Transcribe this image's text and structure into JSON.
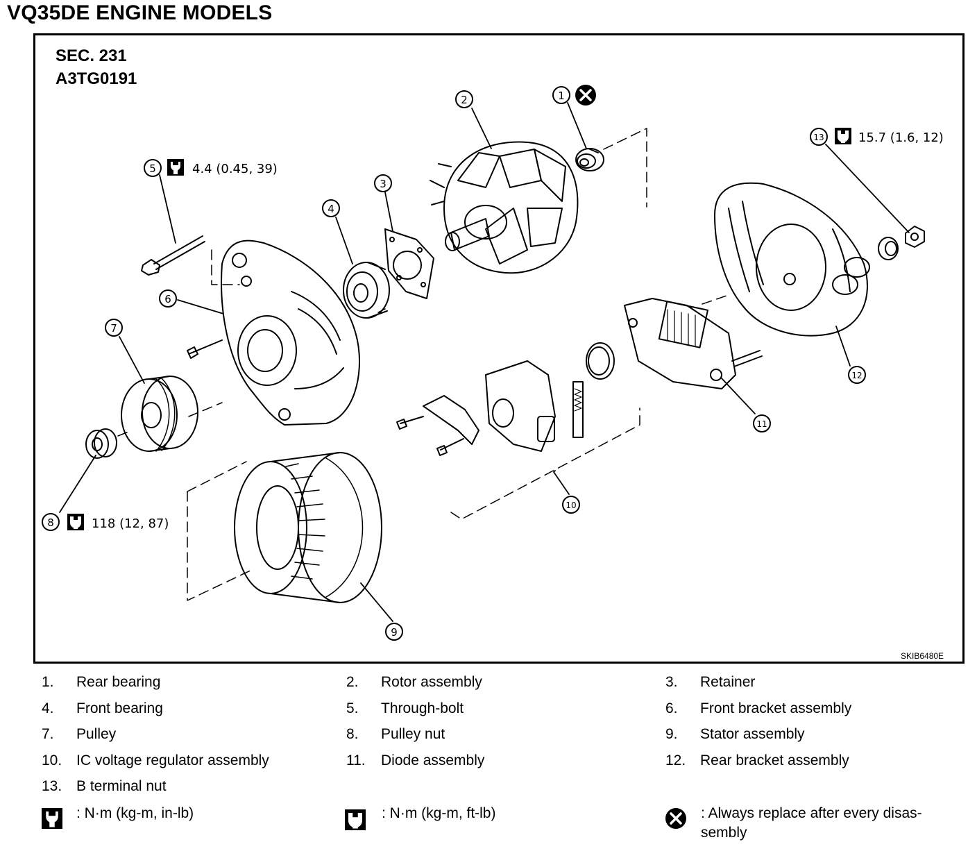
{
  "title": "VQ35DE ENGINE MODELS",
  "section": "SEC. 231",
  "code": "A3TG0191",
  "figure_id": "SKIB6480E",
  "torque_specs": {
    "p5": "4.4 (0.45, 39)",
    "p13": "15.7 (1.6, 12)",
    "p8": "118 (12, 87)"
  },
  "callouts": [
    "1",
    "2",
    "3",
    "4",
    "5",
    "6",
    "7",
    "8",
    "9",
    "10",
    "11",
    "12",
    "13"
  ],
  "parts": [
    {
      "num": "1.",
      "name": "Rear bearing"
    },
    {
      "num": "2.",
      "name": "Rotor assembly"
    },
    {
      "num": "3.",
      "name": "Retainer"
    },
    {
      "num": "4.",
      "name": "Front bearing"
    },
    {
      "num": "5.",
      "name": "Through-bolt"
    },
    {
      "num": "6.",
      "name": "Front bracket assembly"
    },
    {
      "num": "7.",
      "name": "Pulley"
    },
    {
      "num": "8.",
      "name": "Pulley nut"
    },
    {
      "num": "9.",
      "name": "Stator assembly"
    },
    {
      "num": "10.",
      "name": "IC voltage regulator assembly"
    },
    {
      "num": "11.",
      "name": "Diode assembly"
    },
    {
      "num": "12.",
      "name": "Rear bracket assembly"
    },
    {
      "num": "13.",
      "name": "B terminal nut"
    }
  ],
  "symbols": {
    "in_lb": ": N·m (kg-m, in-lb)",
    "ft_lb": ": N·m (kg-m, ft-lb)",
    "replace_1": ": Always replace after every disas-",
    "replace_2": "sembly"
  },
  "icons": {
    "in_lb": "torque-wrench-icon",
    "ft_lb": "torque-open-wrench-icon",
    "replace": "do-not-reuse-icon"
  }
}
